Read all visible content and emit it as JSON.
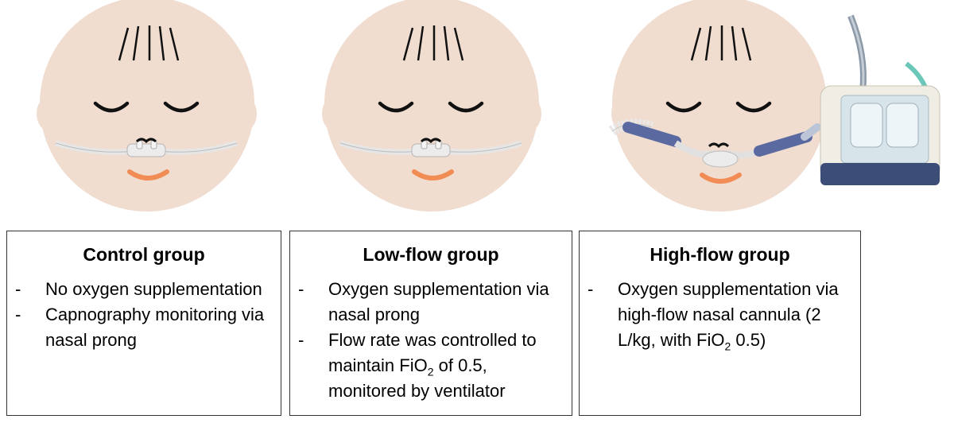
{
  "colors": {
    "face": "#f1ddd0",
    "mouth": "#f08c54",
    "hair": "#111111",
    "cannula": "#e3e3e3",
    "tube_blue": "#5a6aa0",
    "box_border": "#333333"
  },
  "panels": [
    {
      "title": "Control group",
      "items": [
        [
          "No oxygen supplementation"
        ],
        [
          "Capnography monitoring via nasal prong"
        ]
      ]
    },
    {
      "title": "Low-flow group",
      "items": [
        [
          "Oxygen supplementation via nasal prong"
        ],
        [
          "Flow rate was controlled to maintain FiO",
          "2",
          " of 0.5, monitored by ventilator"
        ]
      ]
    },
    {
      "title": "High-flow group",
      "items": [
        [
          "Oxygen supplementation via high-flow nasal cannula (2 L/kg, with FiO",
          "2",
          " 0.5)"
        ]
      ]
    }
  ],
  "bullet": "-"
}
